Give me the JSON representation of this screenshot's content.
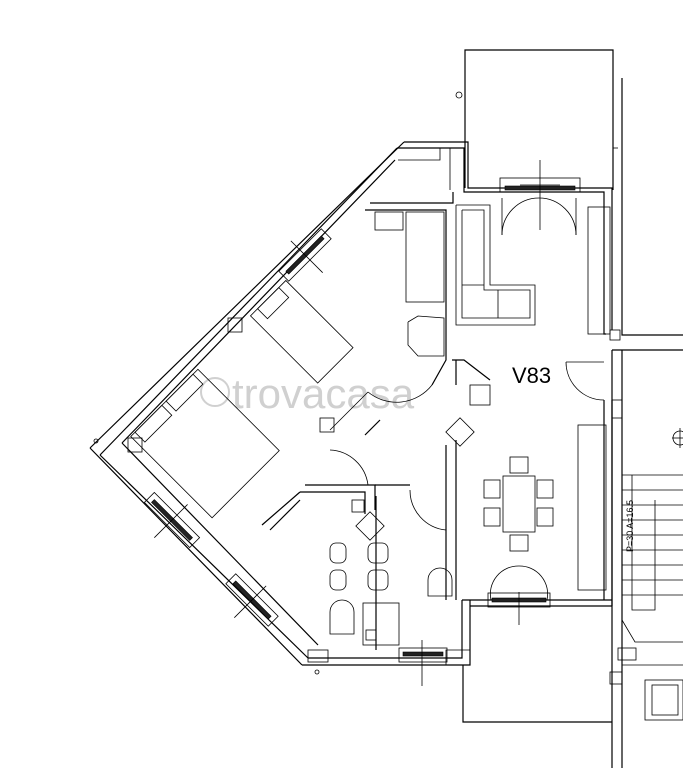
{
  "plan": {
    "unit_label": "V83",
    "stair_note": "P=30 A=16.5",
    "watermark": "trovacasa"
  },
  "colors": {
    "line": "#000000",
    "background": "#ffffff",
    "watermark": "#d0d0d0"
  }
}
